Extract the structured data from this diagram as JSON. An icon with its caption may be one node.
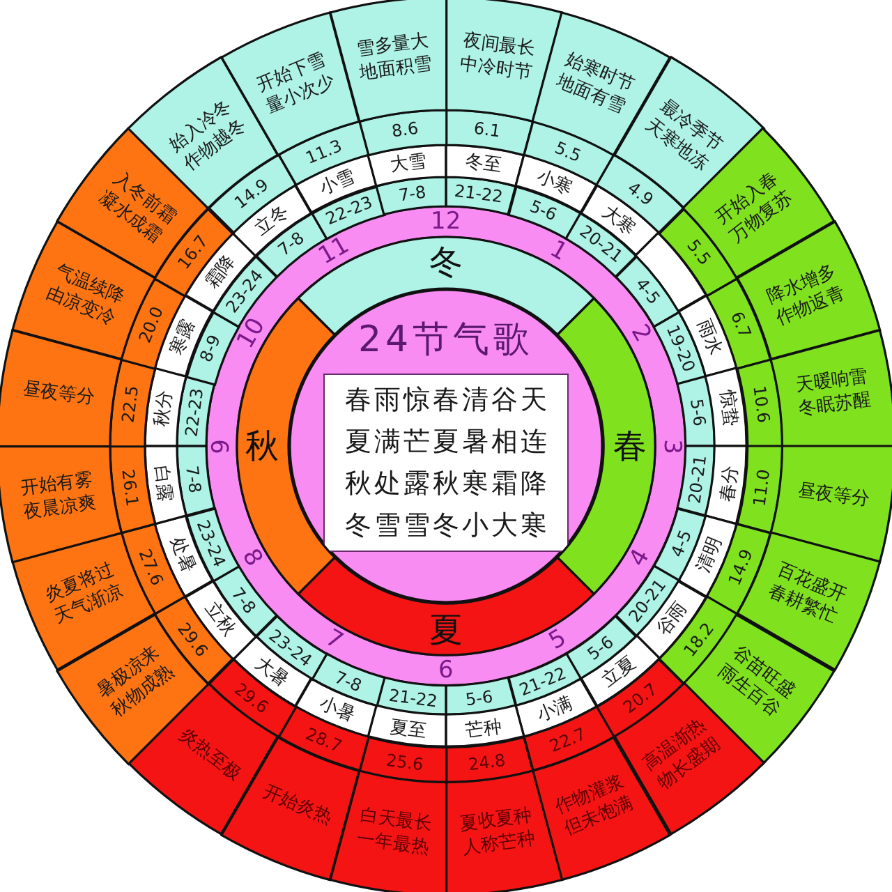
{
  "diagram": {
    "nodes": [
      {
        "text": [
          "24节气歌"
        ]
      },
      {
        "text": [
          "春雨惊春清谷天",
          "夏满芒夏暑相连",
          "秋处露秋寒霜降",
          "冬雪雪冬小大寒"
        ],
        "in": 0
      },
      {
        "text": [
          "冬"
        ]
      },
      {
        "text": [
          "春"
        ]
      },
      {
        "text": [
          "夏"
        ]
      },
      {
        "text": [
          "秋"
        ]
      },
      {
        "text": [
          "21-22"
        ]
      },
      {
        "text": [
          "冬至"
        ]
      },
      {
        "text": [
          "6.1"
        ]
      },
      {
        "text": [
          "夜间最长中冷时节"
        ]
      },
      {
        "text": [
          "5-6"
        ]
      },
      {
        "text": [
          "小寒"
        ]
      },
      {
        "text": [
          "5.5"
        ]
      },
      {
        "text": [
          "始寒时节地面有雪"
        ]
      },
      {
        "text": [
          "20-21"
        ]
      },
      {
        "text": [
          "大寒"
        ]
      },
      {
        "text": [
          "4.9"
        ]
      },
      {
        "text": [
          "最冷季节天寒地冻"
        ]
      },
      {
        "text": [
          "4-5"
        ]
      },
      {
        "text": [],
        "shape": "box"
      },
      {
        "text": [
          "5.5"
        ]
      },
      {
        "text": [
          "开始入春万物复苏"
        ]
      },
      {
        "text": [
          "19-20"
        ]
      },
      {
        "text": [
          "雨水"
        ]
      },
      {
        "text": [
          "6.7"
        ]
      },
      {
        "text": [
          "降水增多作物返青"
        ]
      },
      {
        "text": [
          "5-6"
        ]
      },
      {
        "text": [
          "惊蛰"
        ]
      },
      {
        "text": [
          "10.6"
        ]
      },
      {
        "text": [
          "天暖响雷冬眠苏醒"
        ]
      },
      {
        "text": [
          "20-21"
        ]
      },
      {
        "text": [
          "春分"
        ]
      },
      {
        "text": [
          "11.0"
        ]
      },
      {
        "text": [
          "昼夜等分"
        ]
      },
      {
        "text": [
          "4-5"
        ]
      },
      {
        "text": [
          "清明"
        ]
      },
      {
        "text": [
          "14.9"
        ]
      },
      {
        "text": [
          "百花盛开春耕繁忙"
        ]
      },
      {
        "text": [
          "20-21"
        ]
      },
      {
        "text": [
          "谷雨"
        ]
      },
      {
        "text": [
          "18.2"
        ]
      },
      {
        "text": [
          "谷苗旺盛雨生百谷"
        ]
      },
      {
        "text": [
          "5-6"
        ]
      },
      {
        "text": [
          "立夏"
        ]
      },
      {
        "text": [
          "20.7"
        ]
      },
      {
        "text": [
          "高温渐热物长盛期"
        ]
      },
      {
        "text": [
          "21-22"
        ]
      },
      {
        "text": [
          "小满"
        ]
      },
      {
        "text": [
          "22.7"
        ]
      },
      {
        "text": [
          "作物灌浆但未饱满"
        ]
      },
      {
        "text": [
          "5-6"
        ]
      },
      {
        "text": [
          "芒种"
        ]
      },
      {
        "text": [
          "24.8"
        ]
      },
      {
        "text": [
          "夏收夏种人称芒种"
        ]
      },
      {
        "text": [
          "21-22"
        ]
      },
      {
        "text": [
          "夏至"
        ]
      },
      {
        "text": [
          "25.6"
        ]
      },
      {
        "text": [
          "白天最长一年最热"
        ]
      },
      {
        "text": [
          "7-8"
        ]
      },
      {
        "text": [
          "小暑"
        ]
      },
      {
        "text": [
          "28.7"
        ]
      },
      {
        "text": [
          "开始炎热"
        ]
      },
      {
        "text": [
          "23-24"
        ]
      },
      {
        "text": [
          "大暑"
        ]
      },
      {
        "text": [
          "29.6"
        ]
      },
      {
        "text": [
          "炎热至极"
        ]
      },
      {
        "text": [
          "7-8"
        ]
      },
      {
        "text": [
          "立秋"
        ]
      },
      {
        "text": [
          "29.6"
        ]
      },
      {
        "text": [
          "暑极凉来秋物成熟"
        ]
      },
      {
        "text": [
          "23-24"
        ]
      },
      {
        "text": [
          "处暑"
        ]
      },
      {
        "text": [
          "27.6"
        ]
      },
      {
        "text": [
          "炎夏将过天气渐凉"
        ]
      },
      {
        "text": [
          "7-8"
        ]
      },
      {
        "text": [
          "白露"
        ]
      },
      {
        "text": [
          "26.1"
        ]
      },
      {
        "text": [
          "开始有雾夜晨凉爽"
        ]
      },
      {
        "text": [
          "22-23"
        ]
      },
      {
        "text": [
          "秋分"
        ]
      },
      {
        "text": [
          "22.5"
        ]
      },
      {
        "text": [
          "昼夜等分"
        ]
      },
      {
        "text": [
          "8-9"
        ]
      },
      {
        "text": [
          "寒露"
        ]
      },
      {
        "text": [
          "20.0"
        ]
      },
      {
        "text": [
          "气温续降由凉变冷"
        ]
      },
      {
        "text": [
          "23-24"
        ]
      },
      {
        "text": [
          "霜降"
        ]
      },
      {
        "text": [
          "16.7"
        ]
      },
      {
        "text": [
          "入冬前霜凝水成霜"
        ]
      },
      {
        "text": [
          "7-8"
        ]
      },
      {
        "text": [
          "立冬"
        ]
      },
      {
        "text": [
          "14.9"
        ]
      },
      {
        "text": [
          "始入冷冬作物越冬"
        ]
      },
      {
        "text": [
          "22-23"
        ]
      },
      {
        "text": [
          "小雪"
        ]
      },
      {
        "text": [
          "11.3"
        ]
      },
      {
        "text": [
          "开始下雪量小次少"
        ]
      },
      {
        "text": [
          "7-8"
        ]
      },
      {
        "text": [
          "大雪"
        ]
      },
      {
        "text": [
          "8.6"
        ]
      },
      {
        "text": [
          "雪多量大地面积雪"
        ]
      }
    ],
    "labels": [
      "12",
      "1",
      "2",
      "3",
      "4",
      "5",
      "6",
      "7",
      "8",
      "9",
      "10",
      "11"
    ]
  }
}
